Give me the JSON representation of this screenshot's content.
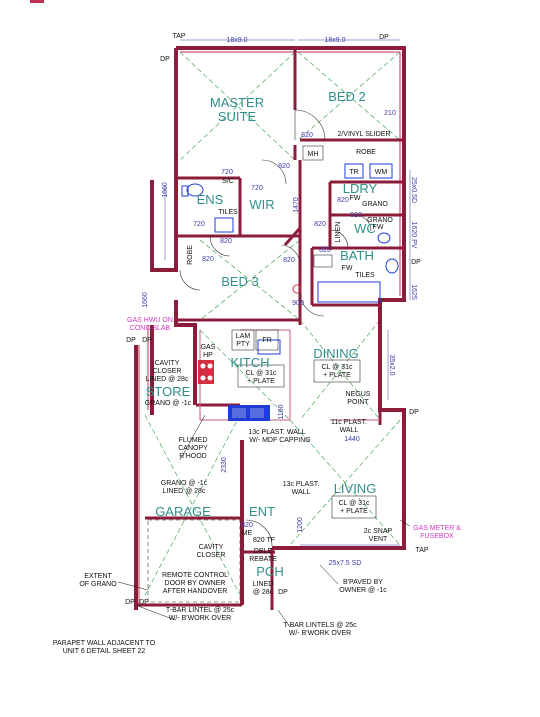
{
  "colors": {
    "wall": "#8b1d3a",
    "wall_light": "#c45a74",
    "room_text": "#2f8f8a",
    "dim_text": "#3a3aa8",
    "note_pink": "#d23cc4",
    "fixture_blue": "#1e3cd6",
    "diag_green": "#2e9a3e"
  },
  "rooms": {
    "master_line1": "MASTER",
    "master_line2": "SUITE",
    "bed2": "BED 2",
    "ens": "ENS",
    "wir": "WIR",
    "ldry": "LDRY",
    "wc": "WC",
    "bath": "BATH",
    "bed3": "BED 3",
    "kitch": "KITCH",
    "dining": "DINING",
    "store": "STORE",
    "living": "LIVING",
    "garage": "GARAGE",
    "ent": "ENT",
    "pch": "PCH"
  },
  "dims": {
    "top_left": "18x9.0",
    "top_right": "18x9.0",
    "d820a": "820",
    "d820b": "820",
    "d820c": "820",
    "d820d": "820",
    "d820e": "820",
    "d820f": "820",
    "d820g": "820",
    "d820h": "820",
    "d820i": "820",
    "d820j": "820",
    "d720a": "720",
    "d720b": "720",
    "d720c": "720",
    "d1470": "1470",
    "d210": "210",
    "d900": "900",
    "d1160": "1160",
    "d2330": "2330",
    "d1200": "1200",
    "d1440": "1440",
    "side_right1": "25x0.5D",
    "side_right2": "1620 PV",
    "side_right3": "1625",
    "side_left1": "1660",
    "side_left2": "1660",
    "side_mid": "35x2.0",
    "d25x75": "25x7.5 SD"
  },
  "labels": {
    "tap_top": "TAP",
    "dp_top_left": "DP",
    "dp_top_right": "DP",
    "dp_mid_left_a": "DP",
    "dp_mid_left_b": "DP",
    "dp_right_bath": "DP",
    "dp_right_living": "DP",
    "dp_bottom_a": "DP",
    "dp_bottom_b": "DP",
    "dp_bottom_right": "DP",
    "tap_bottom": "TAP",
    "mh": "MH",
    "slider": "2/VINYL SLIDER",
    "robe_top": "ROBE",
    "tr": "TR",
    "wm": "WM",
    "fw1": "FW",
    "grano_ldry": "GRANO",
    "fw2": "FW",
    "grano_wc": "GRANO",
    "linen": "LINEN",
    "sc": "S/C",
    "tiles_ens": "TILES",
    "robe_bed3": "ROBE",
    "fw_bath": "FW",
    "tiles_bath": "TILES",
    "lam": "LAM",
    "pty": "PTY",
    "fr": "FR",
    "gas": "GAS",
    "hp": "HP",
    "cl_kitch_1": "CL @ 31c",
    "cl_kitch_2": "+ PLATE",
    "cl_dining_1": "CL @ 31c",
    "cl_dining_2": "+ PLATE",
    "cl_living_1": "CL @ 31c",
    "cl_living_2": "+ PLATE",
    "cavity_top_1": "CAVITY",
    "cavity_top_2": "CLOSER",
    "lined_top": "LINED @ 28c",
    "grano_store": "GRANO @ -1c",
    "negus_1": "NEGUS",
    "negus_2": "POINT",
    "plast_kitch_1": "13c PLAST. WALL",
    "plast_kitch_2": "W/- MDF CAPPING",
    "plast_11c_1": "11c PLAST.",
    "plast_11c_2": "WALL",
    "flumed_1": "FLUMED",
    "flumed_2": "CANOPY",
    "flumed_3": "R'HOOD",
    "grano_garage_1": "GRANO @ -1c",
    "grano_garage_2": "LINED @ 28c",
    "plast_living_1": "13c PLAST.",
    "plast_living_2": "WALL",
    "snap_1": "2c SNAP",
    "snap_2": "VENT",
    "cavity_bot_1": "CAVITY",
    "cavity_bot_2": "CLOSER",
    "dble_1": "DBLE",
    "dble_2": "REBATE",
    "tf": "820 TF",
    "me": "ME",
    "remote_1": "REMOTE CONTROL",
    "remote_2": "DOOR BY OWNER",
    "remote_3": "AFTER HANDOVER",
    "lined_pch_1": "LINED",
    "lined_pch_2": "@ 28c",
    "bpaved_1": "B'PAVED BY",
    "bpaved_2": "OWNER @ -1c",
    "extent_1": "EXTENT",
    "extent_2": "OF GRANO",
    "tbar1_1": "T-BAR LINTEL @ 25c",
    "tbar1_2": "W/- B'WORK OVER",
    "tbar2_1": "T-BAR LINTELS @ 25c",
    "tbar2_2": "W/- B'WORK OVER",
    "parapet_1": "PARAPET WALL ADJACENT TO",
    "parapet_2": "UNIT 6 DETAIL SHEET 22",
    "gas_hwu_1": "GAS HWU ON",
    "gas_hwu_2": "CONC SLAB",
    "gas_meter_1": "GAS METER &",
    "gas_meter_2": "FUSEBOX"
  }
}
